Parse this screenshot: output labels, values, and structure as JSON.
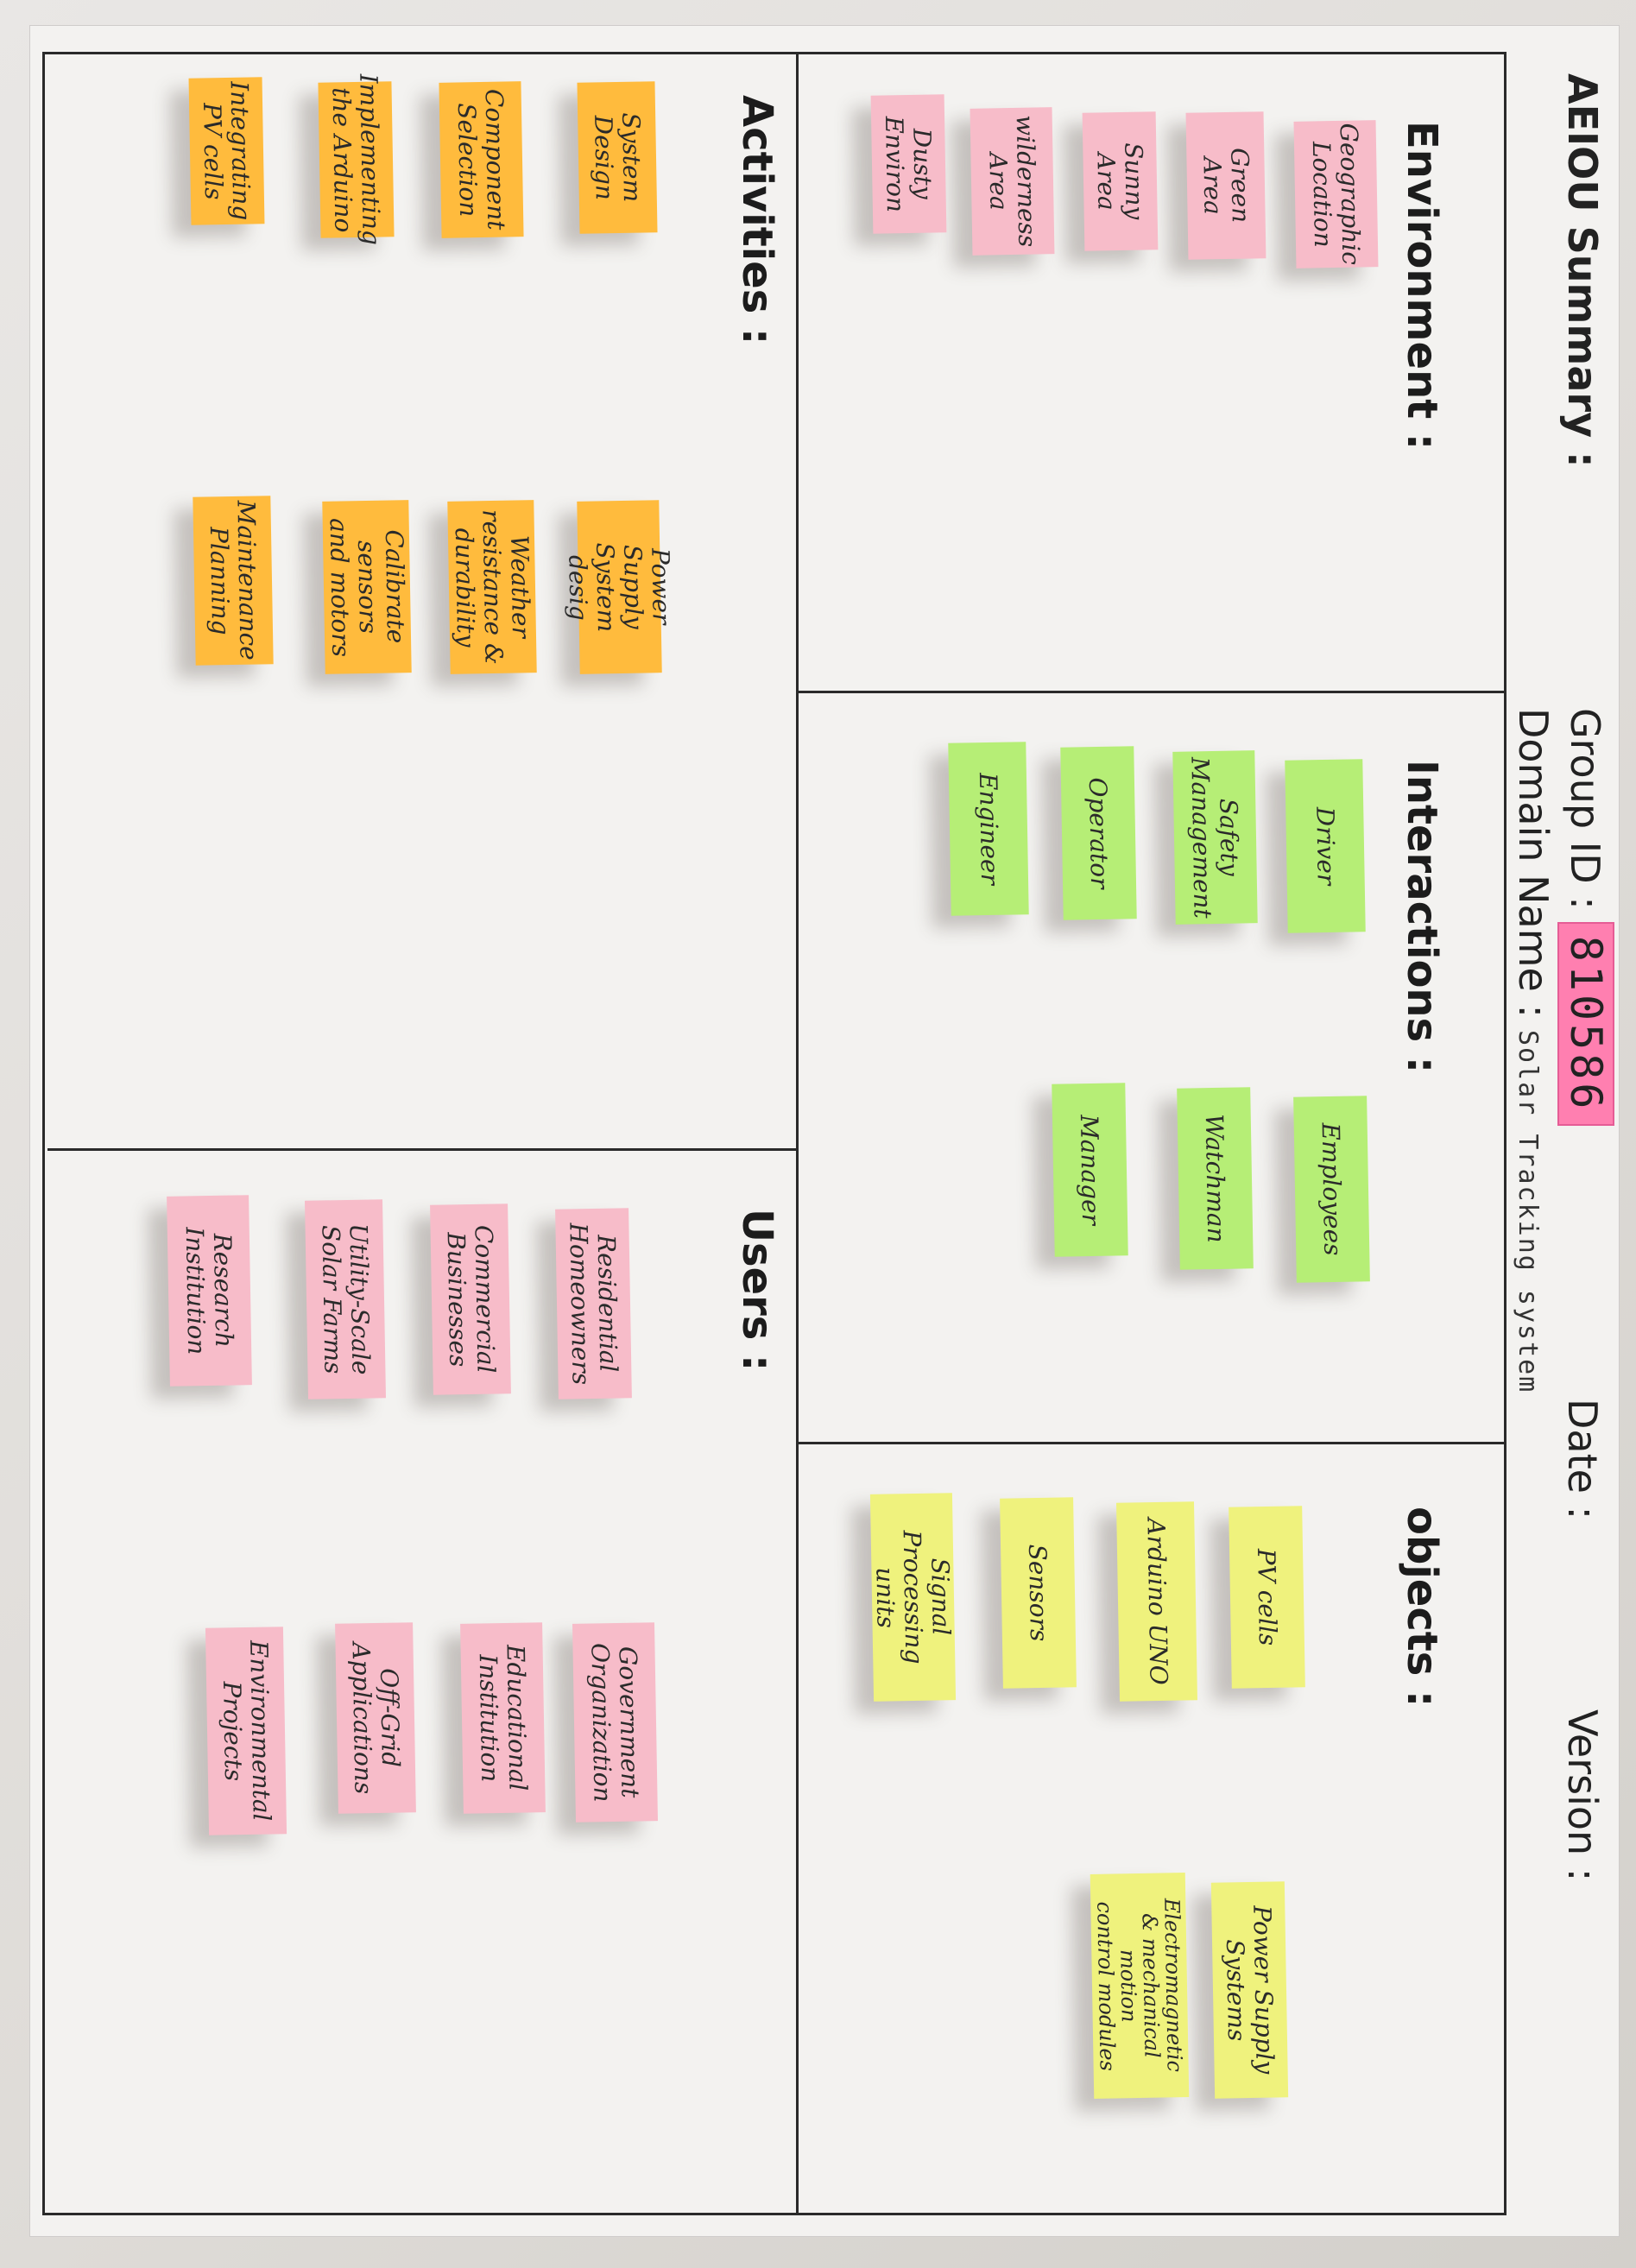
{
  "header": {
    "title": "AEIOU Summary :",
    "group_id_label": "Group ID :",
    "group_id": "810586",
    "domain_label": "Domain Name :",
    "domain_value": "Solar Tracking system",
    "date_label": "Date :",
    "version_label": "Version :"
  },
  "sections": {
    "environment": "Environment :",
    "interactions": "Interactions :",
    "objects": "objects :",
    "activities": "Activities :",
    "users": "Users :"
  },
  "notes": {
    "environment": [
      "Geographic\nLocation",
      "Green\nArea",
      "Sunny\nArea",
      "wilderness\nArea",
      "Dusty\nEnviron"
    ],
    "interactions": [
      "Driver",
      "Safety\nManagement",
      "Operator",
      "Engineer",
      "Employees",
      "Watchman",
      "Manager"
    ],
    "objects": [
      "PV cells",
      "Arduino UNO",
      "Sensors",
      "Signal Processing\nunits",
      "Power Supply\nSystems",
      "Electromagnetic\n& mechanical motion\ncontrol modules"
    ],
    "activities": [
      "System\nDesign",
      "Component\nSelection",
      "Implementing\nthe Arduino",
      "Integrating\nPV cells",
      "Power Supply\nSystem desig",
      "Weather\nresistance &\ndurability",
      "Calibrate sensors\nand motors",
      "Maintenance\nPlanning"
    ],
    "users": [
      "Residential\nHomeowners",
      "Commercial\nBusinesses",
      "Utility-Scale\nSolar Farms",
      "Research\nInstitution",
      "Government\nOrganization",
      "Educational\nInstitution",
      "Off-Grid\nApplications",
      "Environmental\nProjects"
    ]
  },
  "colors": {
    "pink": "#f7bcc9",
    "green": "#b6ee76",
    "yellow": "#eff27d",
    "orange": "#ffbb3d",
    "id_highlight": "#ff7fb0"
  }
}
